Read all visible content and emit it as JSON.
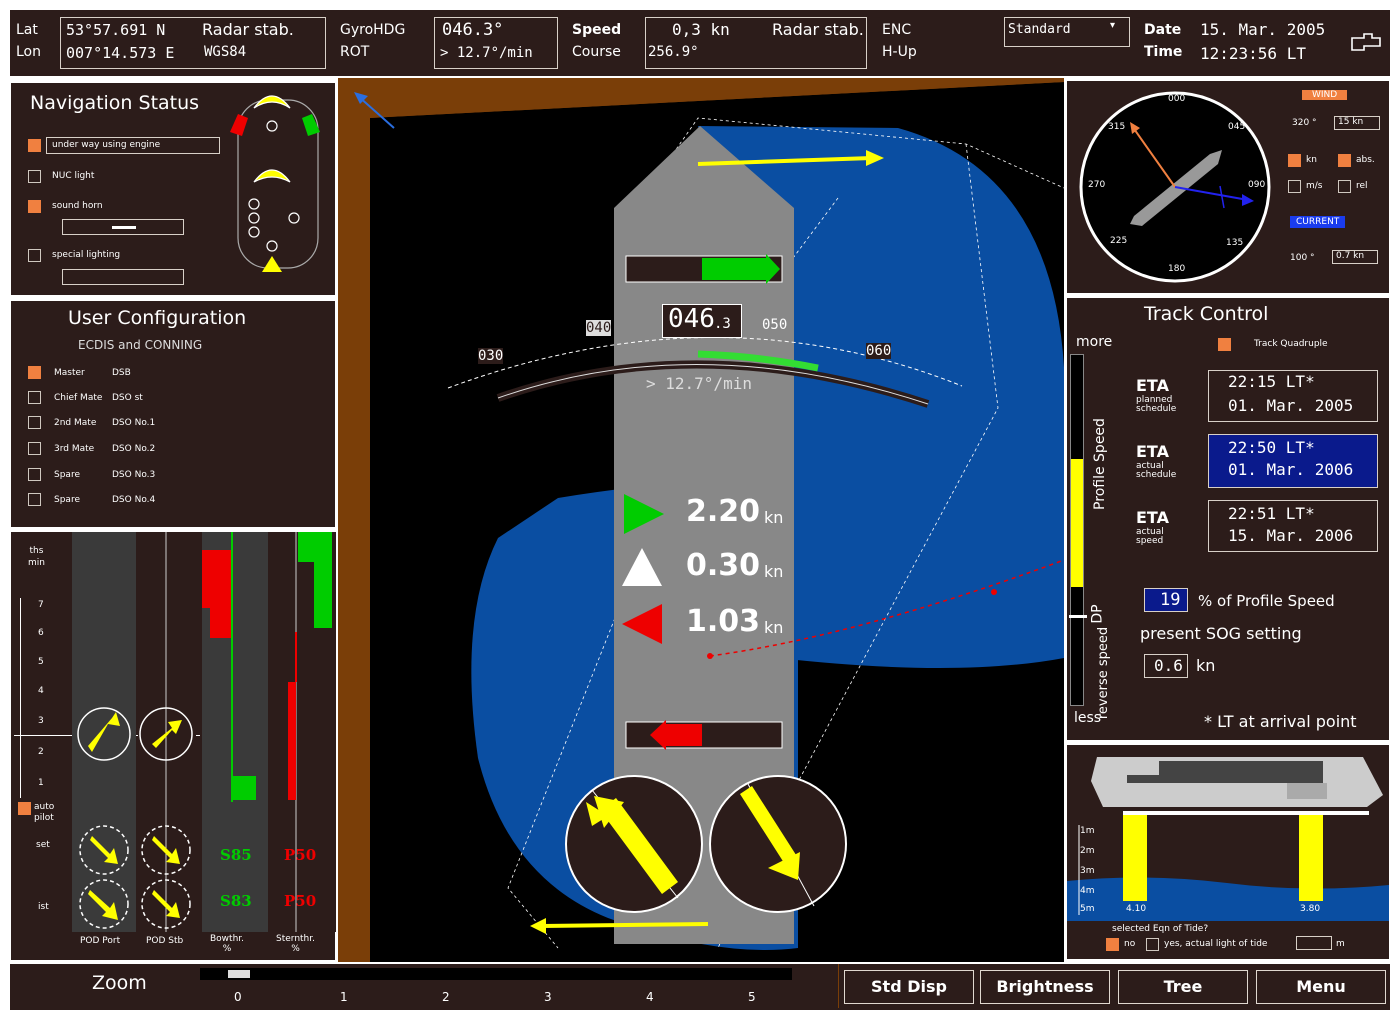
{
  "topbar": {
    "lat_label": "Lat",
    "lon_label": "Lon",
    "lat_value": "53°57.691 N",
    "lon_value": "007°14.573 E",
    "pos_mode": "Radar stab.",
    "datum": "WGS84",
    "gyro_label": "GyroHDG",
    "rot_label": "ROT",
    "gyro_value": "046.3°",
    "rot_value": "> 12.7°/min",
    "speed_label": "Speed",
    "course_label": "Course",
    "speed_value": "0,3 kn",
    "speed_mode": "Radar stab.",
    "course_value": "256.9°",
    "enc_label": "ENC",
    "orientation": "H-Up",
    "display_mode": "Standard",
    "date_label": "Date",
    "time_label": "Time",
    "date_value": "15. Mar. 2005",
    "time_value": "12:23:56 LT"
  },
  "nav_status": {
    "title": "Navigation Status",
    "items": [
      {
        "label": "under way using engine",
        "checked": true
      },
      {
        "label": "NUC light",
        "checked": false
      },
      {
        "label": "sound horn",
        "checked": true
      },
      {
        "label": "special lighting",
        "checked": false
      }
    ]
  },
  "user_config": {
    "title": "User Configuration",
    "subtitle": "ECDIS and CONNING",
    "items": [
      {
        "label": "Master",
        "value": "DSB",
        "checked": true
      },
      {
        "label": "Chief Mate",
        "value": "DSO st",
        "checked": false
      },
      {
        "label": "2nd Mate",
        "value": "DSO No.1",
        "checked": false
      },
      {
        "label": "3rd Mate",
        "value": "DSO No.2",
        "checked": false
      },
      {
        "label": "Spare",
        "value": "DSO No.3",
        "checked": false
      },
      {
        "label": "Spare",
        "value": "DSO No.4",
        "checked": false
      }
    ]
  },
  "propulsion": {
    "unit": "ths\nmin",
    "scale": [
      "7",
      "6",
      "5",
      "4",
      "3",
      "2",
      "1"
    ],
    "auto_pilot": "auto pilot",
    "labels": [
      "POD Port",
      "POD Stb",
      "Bowthr.\n%",
      "Sternthr.\n%"
    ],
    "bow_values": [
      "S85",
      "S83"
    ],
    "stern_values": [
      "P50",
      "P50"
    ],
    "row_labels": [
      "set",
      "ist"
    ]
  },
  "center": {
    "heading_main": "046",
    "heading_decimal": ".3",
    "rot": "> 12.7°/min",
    "ticks": [
      "030",
      "040",
      "050",
      "060"
    ],
    "speeds": [
      {
        "value": "2.20",
        "unit": "kn",
        "color": "#00cc00"
      },
      {
        "value": "0.30",
        "unit": "kn",
        "color": "#ffffff"
      },
      {
        "value": "1.03",
        "unit": "kn",
        "color": "#ee0000"
      }
    ]
  },
  "compass": {
    "labels": [
      "000",
      "045",
      "090",
      "135",
      "180",
      "225",
      "270",
      "315"
    ],
    "wind_label": "WIND",
    "wind_dir": "320 °",
    "wind_speed": "15 kn",
    "opt1": "kn",
    "opt2": "abs.",
    "opt3": "m/s",
    "opt4": "rel",
    "current_label": "CURRENT",
    "current_dir": "100 °",
    "current_speed": "0.7 kn"
  },
  "track_control": {
    "title": "Track Control",
    "more": "more",
    "less": "less",
    "track_indicator": "Track Quadruple",
    "profile_speed": "Profile Speed",
    "dp": "DP",
    "reverse_speed": "reverse speed",
    "eta_rows": [
      {
        "label": "ETA",
        "sub": "planned\nschedule",
        "time": "22:15 LT*",
        "date": "01. Mar. 2005",
        "highlight": false
      },
      {
        "label": "ETA",
        "sub": "actual\nschedule",
        "time": "22:50 LT*",
        "date": "01. Mar. 2006",
        "highlight": true
      },
      {
        "label": "ETA",
        "sub": "actual\nspeed",
        "time": "22:51 LT*",
        "date": "15. Mar. 2006",
        "highlight": false
      }
    ],
    "profile_percent": "19",
    "percent_text": "% of Profile Speed",
    "sog_label": "present SOG setting",
    "sog_value": "0.6",
    "sog_unit": "kn",
    "footnote": "* LT at arrival point"
  },
  "tide": {
    "depths": [
      "1m",
      "2m",
      "3m",
      "4m",
      "5m"
    ],
    "left_value": "4.10",
    "right_value": "3.80",
    "caption": "selected Eqn of Tide?",
    "no_label": "no",
    "yes_label": "yes, actual light of tide",
    "m_label": "m"
  },
  "bottom": {
    "zoom_label": "Zoom",
    "zoom_ticks": [
      "0",
      "1",
      "2",
      "3",
      "4",
      "5"
    ],
    "buttons": [
      "Std Disp",
      "Brightness",
      "Tree",
      "Menu"
    ]
  }
}
